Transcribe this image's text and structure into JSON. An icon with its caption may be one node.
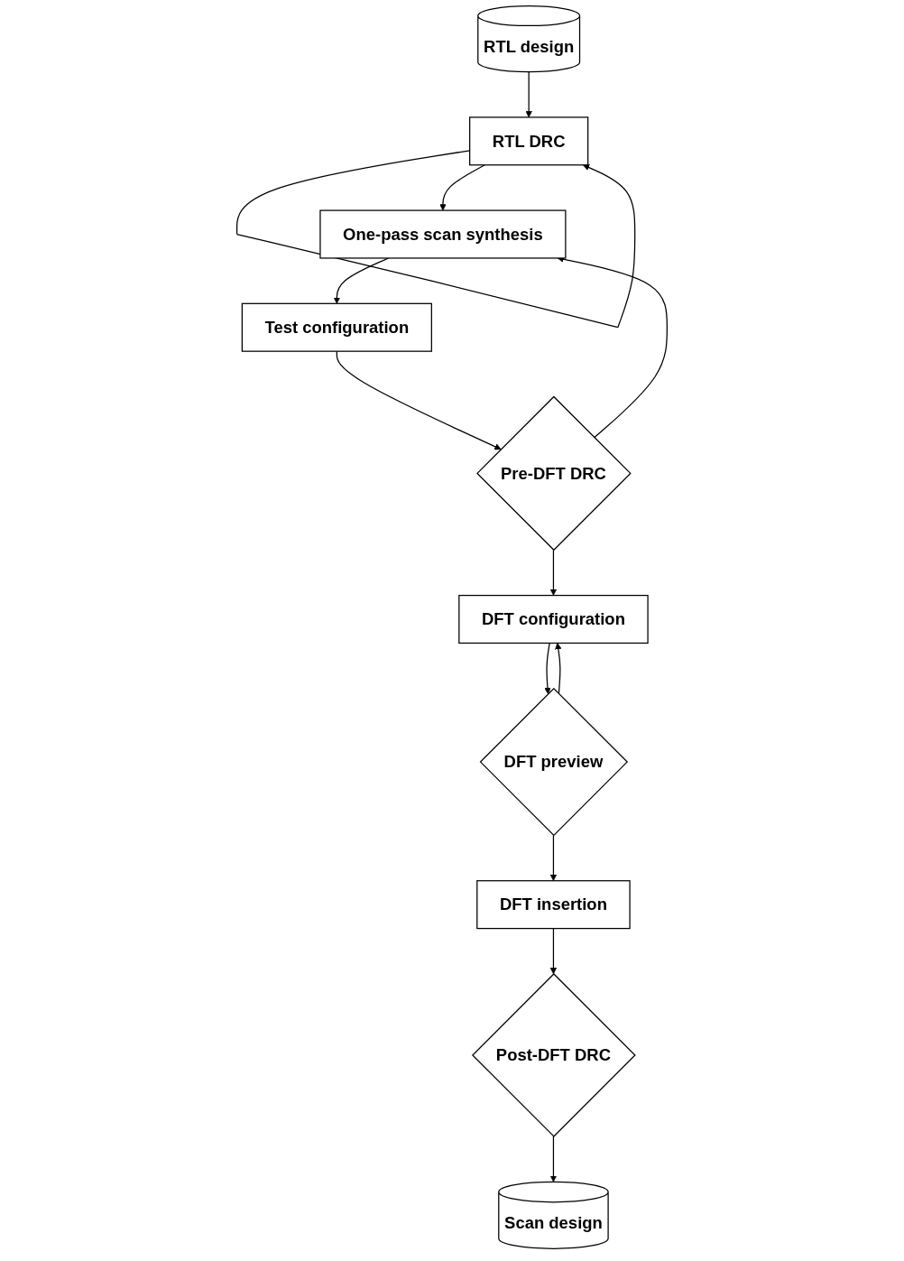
{
  "diagram": {
    "nodes": [
      {
        "text": [
          "RTL design"
        ]
      },
      {
        "text": [
          "RTL DRC"
        ]
      },
      {
        "text": [
          "One-pass scan synthesis"
        ]
      },
      {
        "text": [
          "Test configuration"
        ]
      },
      {
        "text": [
          "Pre-DFT DRC"
        ]
      },
      {
        "text": [
          "DFT configuration"
        ]
      },
      {
        "text": [
          "DFT preview"
        ]
      },
      {
        "text": [
          "DFT insertion"
        ]
      },
      {
        "text": [
          "Post-DFT DRC"
        ]
      },
      {
        "text": [
          "Scan design"
        ]
      }
    ],
    "edges": [
      {
        "from": 0,
        "to": 1,
        "arrow": "to"
      },
      {
        "from": 1,
        "to": 1,
        "arrow": "to"
      },
      {
        "from": 1,
        "to": 2,
        "arrow": "to"
      },
      {
        "from": 2,
        "to": 3,
        "arrow": "to"
      },
      {
        "from": 3,
        "to": 4,
        "arrow": "to"
      },
      {
        "from": 4,
        "to": 2,
        "arrow": "to"
      },
      {
        "from": 4,
        "to": 5,
        "arrow": "to"
      },
      {
        "from": 5,
        "to": 6,
        "arrow": "to"
      },
      {
        "from": 6,
        "to": 5,
        "arrow": "to"
      },
      {
        "from": 6,
        "to": 7,
        "arrow": "to"
      },
      {
        "from": 7,
        "to": 8,
        "arrow": "to"
      },
      {
        "from": 8,
        "to": 9,
        "arrow": "to"
      }
    ]
  }
}
